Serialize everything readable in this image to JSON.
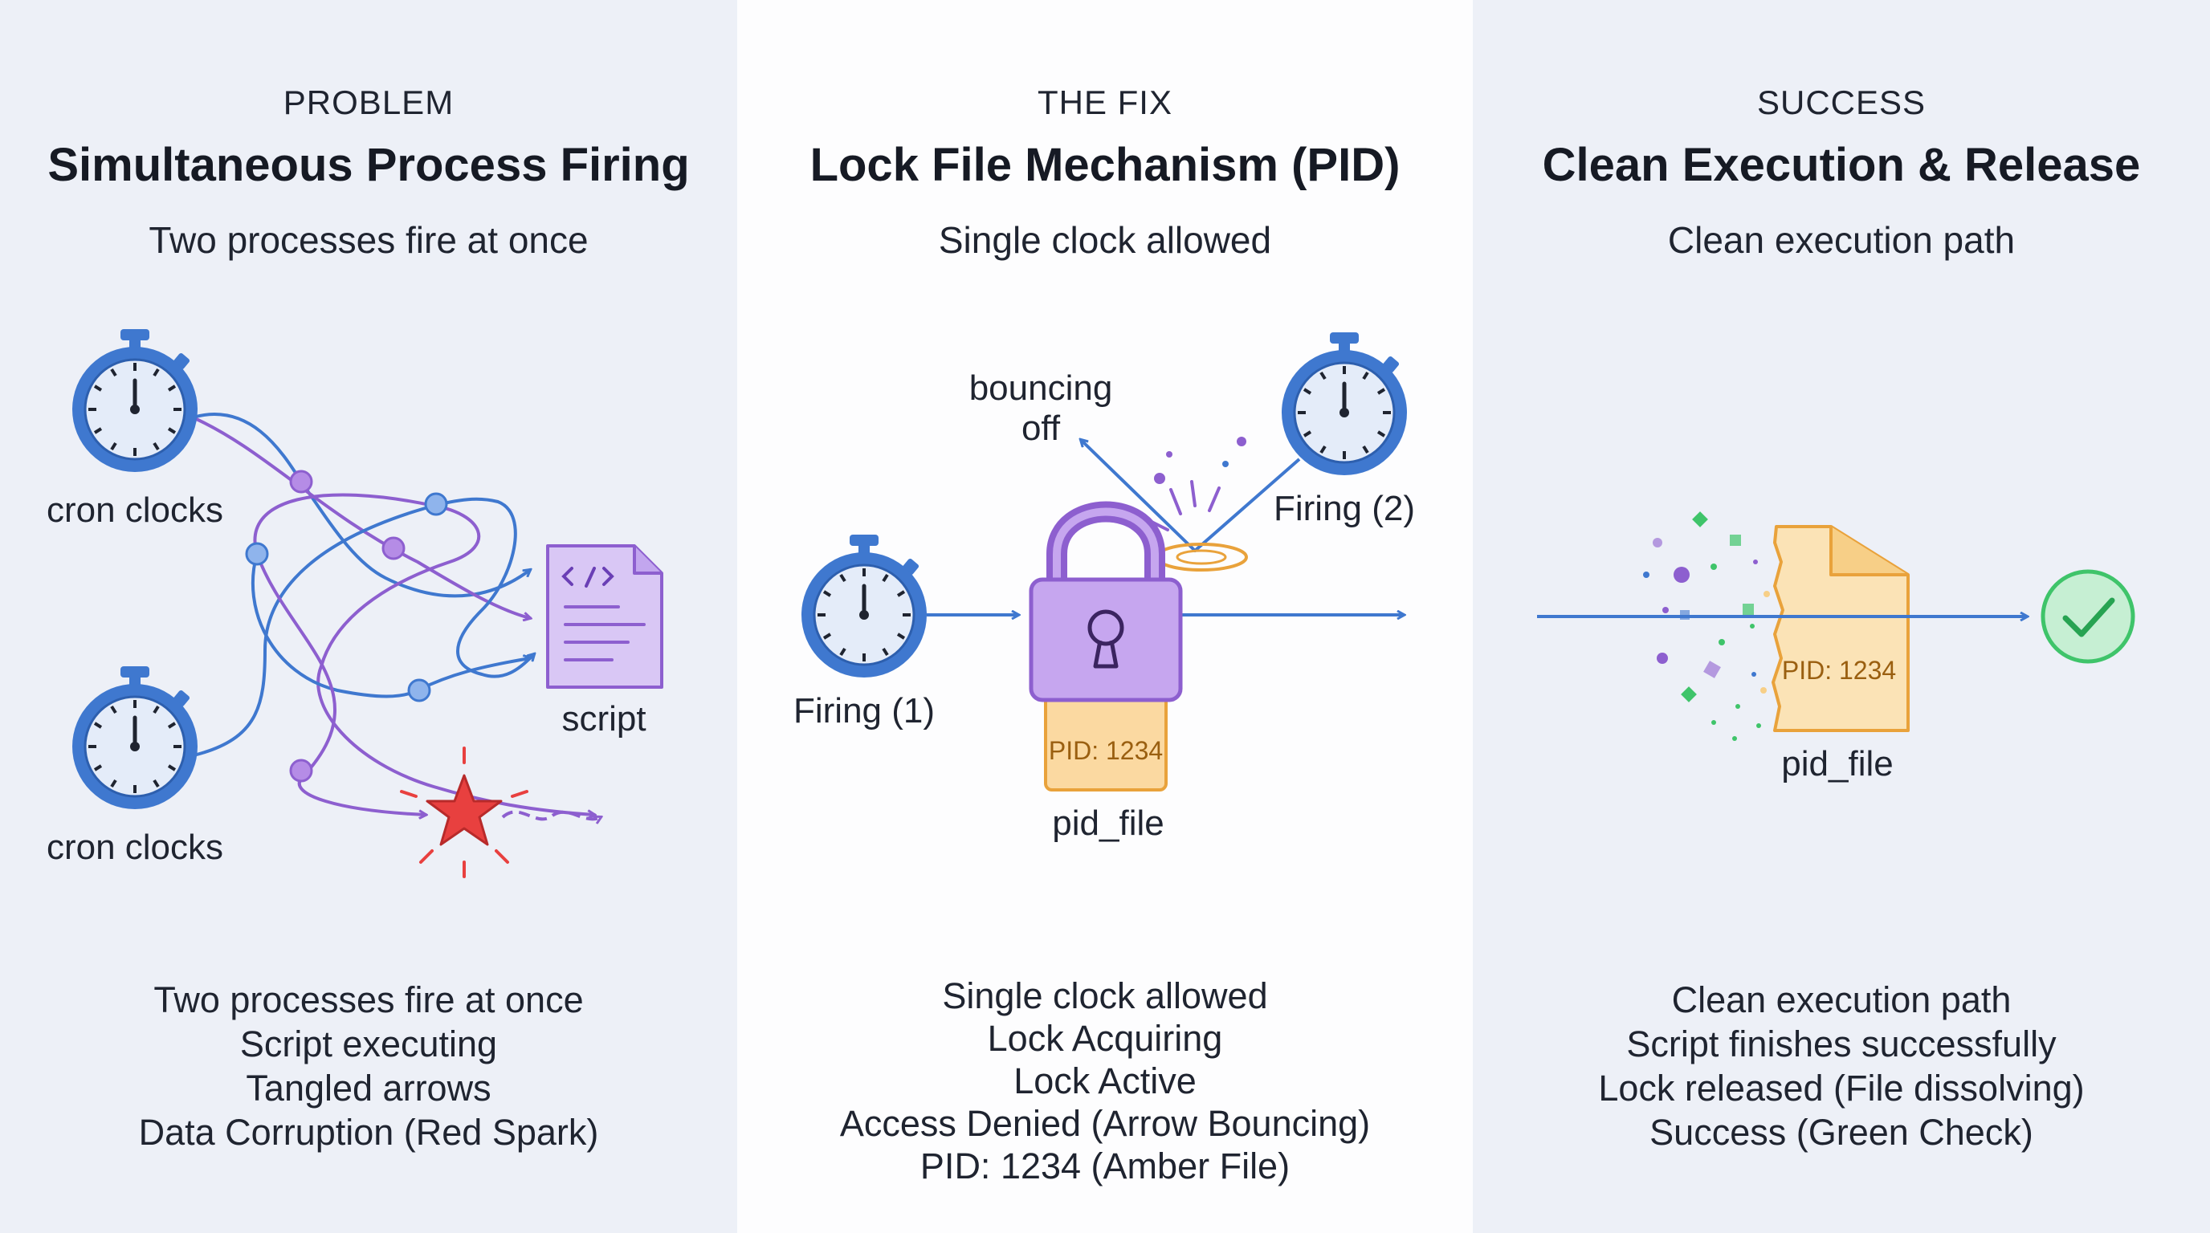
{
  "colors": {
    "blue": "#3f78cf",
    "purple": "#8d5fcf",
    "amber": "#e9a23b",
    "red": "#e8403f",
    "green": "#3fc46a",
    "panel_side": "#edf0f7",
    "panel_center": "#fdfdfe"
  },
  "panels": {
    "problem": {
      "kicker": "PROBLEM",
      "title": "Simultaneous Process Firing",
      "subtitle": "Two processes fire at once",
      "labels": {
        "clock_top": "cron clocks",
        "clock_bottom": "cron clocks",
        "script": "script"
      },
      "icons": [
        "stopwatch-icon",
        "stopwatch-icon",
        "script-file-icon",
        "code-tag-icon",
        "red-spark-icon"
      ],
      "bottom_lines": [
        "Two processes fire at once",
        "Script executing",
        "Tangled arrows",
        "Data Corruption (Red Spark)"
      ]
    },
    "fix": {
      "kicker": "THE FIX",
      "title": "Lock File Mechanism (PID)",
      "subtitle": "Single clock allowed",
      "labels": {
        "bouncing": [
          "bouncing",
          "off"
        ],
        "firing1": "Firing (1)",
        "firing2": "Firing (2)",
        "pid_tag": "PID: 1234",
        "pid_file": "pid_file"
      },
      "icons": [
        "stopwatch-icon",
        "stopwatch-icon",
        "padlock-icon",
        "keyhole-icon",
        "pid-file-tag-icon"
      ],
      "bottom_lines": [
        "Single clock allowed",
        "Lock Acquiring",
        "Lock Active",
        "Access Denied (Arrow Bouncing)",
        "PID: 1234 (Amber File)"
      ]
    },
    "success": {
      "kicker": "SUCCESS",
      "title": "Clean Execution & Release",
      "subtitle": "Clean execution path",
      "labels": {
        "pid_tag": "PID: 1234",
        "pid_file": "pid_file"
      },
      "icons": [
        "dissolving-file-icon",
        "green-check-icon"
      ],
      "bottom_lines": [
        "Clean execution path",
        "Script finishes successfully",
        "Lock released (File dissolving)",
        "Success (Green Check)"
      ]
    }
  }
}
